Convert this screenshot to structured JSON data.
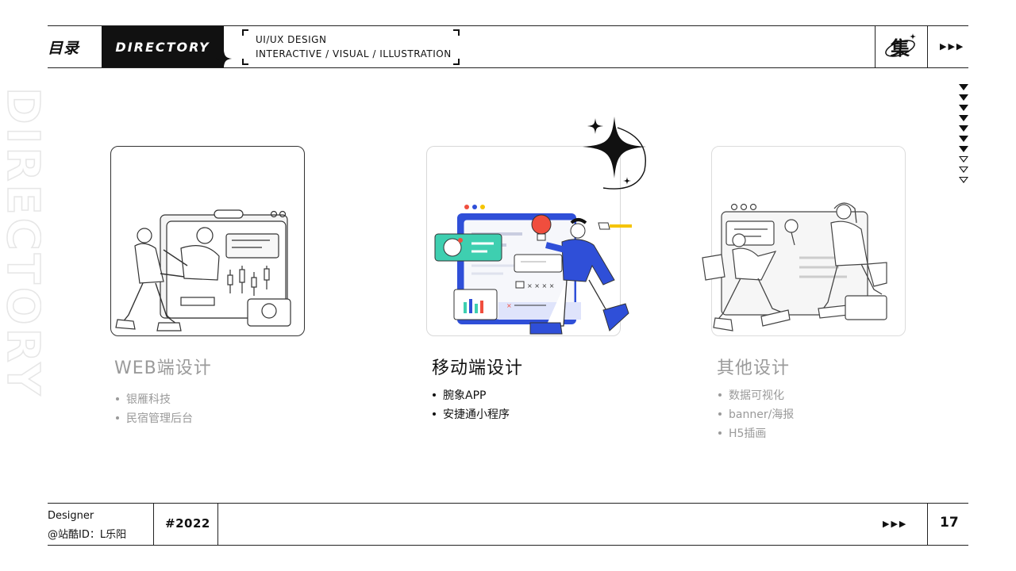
{
  "header": {
    "title_cn": "目录",
    "title_en": "DIRECTORY",
    "subtitle_line1": "UI/UX DESIGN",
    "subtitle_line2": "INTERACTIVE / VISUAL / ILLUSTRATION",
    "logo_char": "集",
    "arrows": "▶▶▶"
  },
  "side_watermark": "DIRECTORY",
  "sections": [
    {
      "title": "WEB端设计",
      "items": [
        "银雁科技",
        "民宿管理后台"
      ]
    },
    {
      "title": "移动端设计",
      "items": [
        "腕象APP",
        "安捷通小程序"
      ]
    },
    {
      "title": "其他设计",
      "items": [
        "数据可视化",
        "banner/海报",
        "H5插画"
      ]
    }
  ],
  "footer": {
    "designer_label": "Designer",
    "designer_id": "@站酷ID：L乐阳",
    "tag": "#2022",
    "arrows": "▶▶▶",
    "page_number": "17"
  },
  "colors": {
    "accent_blue": "#2f4fd8",
    "accent_teal": "#3ecfb0",
    "accent_red": "#f04e3e",
    "text_muted": "#9a9a9a"
  },
  "icons": [
    "sparkle-icon",
    "chevron-triangle-icon",
    "lightbulb-icon",
    "avatar-icon",
    "bar-chart-icon"
  ]
}
